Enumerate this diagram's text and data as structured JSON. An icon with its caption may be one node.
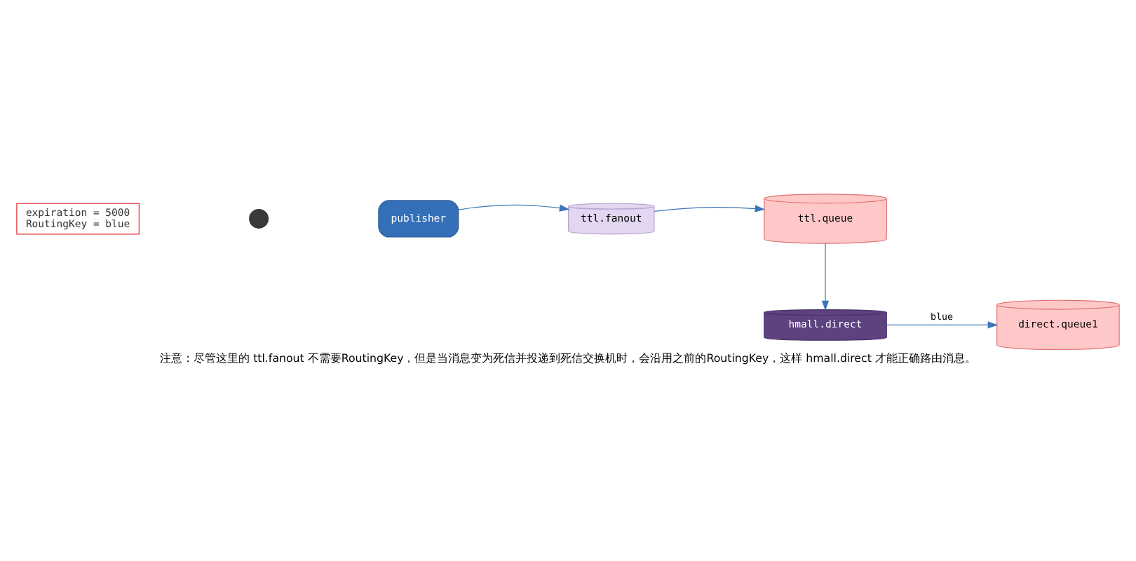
{
  "diagram": {
    "caption": "注意：尽管这里的 ttl.fanout 不需要RoutingKey，但是当消息变为死信并投递到死信交换机时，会沿用之前的RoutingKey，这样 hmall.direct 才能正确路由消息。",
    "nodes": [
      {
        "text": [
          "expiration = 5000",
          "RoutingKey = blue"
        ]
      },
      {
        "text": [],
        "shape": "circle"
      },
      {
        "text": [
          "publisher"
        ]
      },
      {
        "text": [
          "ttl.fanout"
        ]
      },
      {
        "text": [
          "ttl.queue"
        ]
      },
      {
        "text": [
          "hmall.direct"
        ]
      },
      {
        "text": [
          "direct.queue1"
        ]
      }
    ],
    "edges": [
      {
        "from": 2,
        "to": 3,
        "arrow": "to"
      },
      {
        "from": 3,
        "to": 4,
        "arrow": "to"
      },
      {
        "from": 4,
        "to": 5,
        "arrow": "to"
      },
      {
        "from": 5,
        "to": 6,
        "arrow": "to",
        "label": "blue"
      }
    ]
  }
}
